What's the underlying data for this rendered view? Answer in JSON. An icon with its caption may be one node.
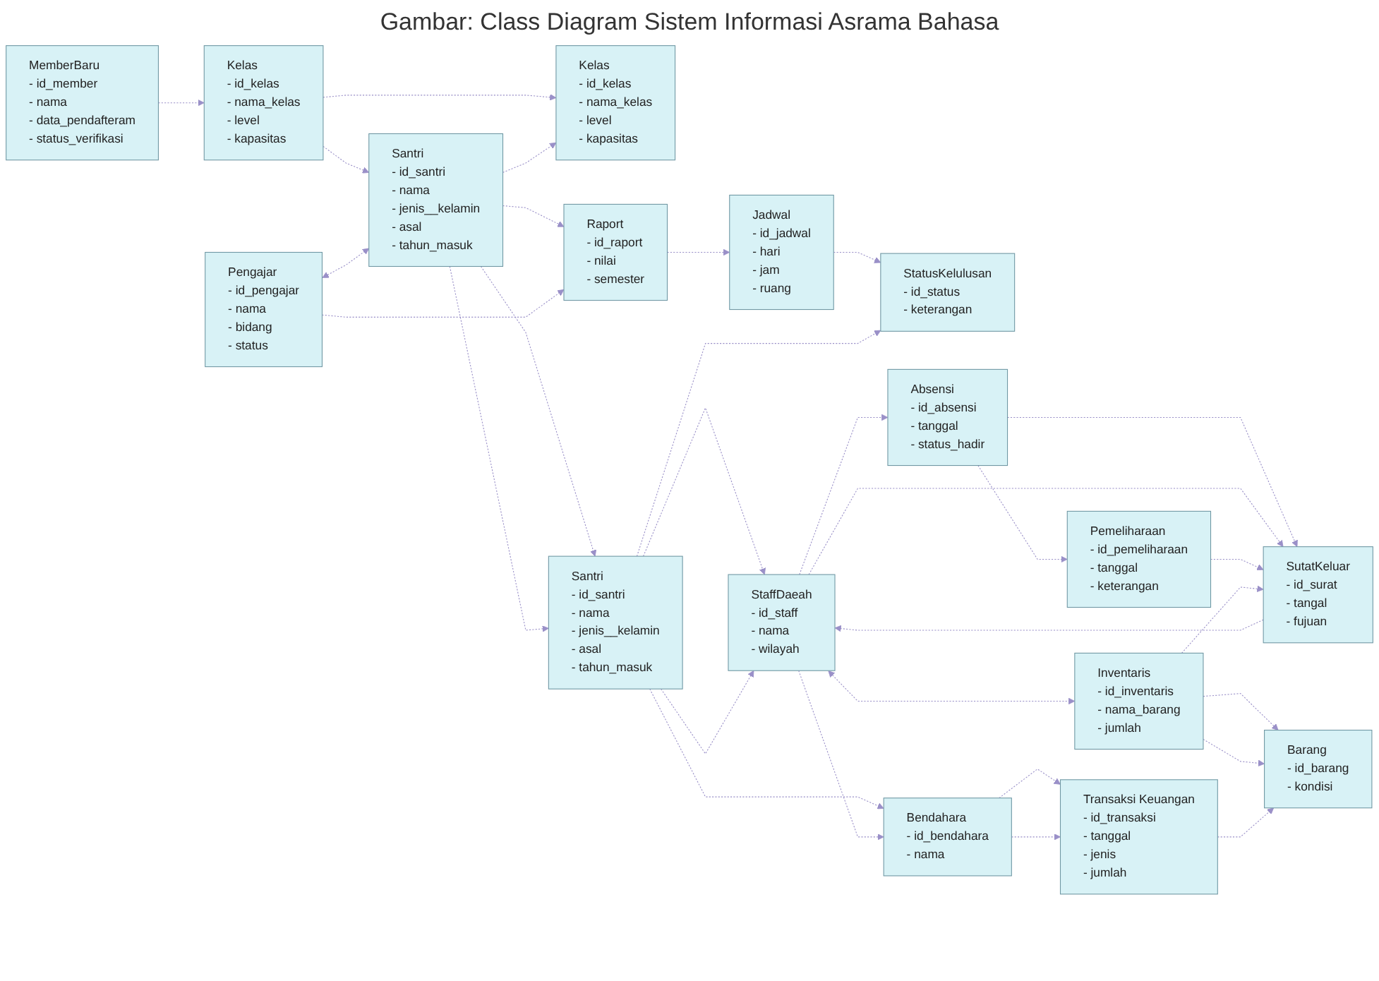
{
  "diagram": {
    "title": "Gambar: Class Diagram Sistem Informasi Asrama Bahasa",
    "nodes": [
      {
        "text": [
          "MemberBaru",
          "- id_member",
          "- nama",
          "- data_pendafteram",
          "- status_verifikasi"
        ]
      },
      {
        "text": [
          "Kelas",
          "- id_kelas",
          "- nama_kelas",
          "- level",
          "- kapasitas"
        ]
      },
      {
        "text": [
          "Kelas",
          "- id_kelas",
          "- nama_kelas",
          "- level",
          "- kapasitas"
        ]
      },
      {
        "text": [
          "Absensi",
          "- id_absensi",
          "- tanggal",
          "- status_hadir"
        ]
      },
      {
        "text": [
          "Pemeliharaan",
          "- id_pemeliharaan",
          "- tanggal",
          "- keterangan"
        ]
      },
      {
        "text": [
          "Santri",
          "- id_santri",
          "- nama",
          "- jenis__kelamin",
          "- asal",
          "- tahun_masuk"
        ]
      },
      {
        "text": [
          "StaffDaeah",
          "- id_staff",
          "- nama",
          "- wilayah"
        ]
      },
      {
        "text": [
          "SutatKeluar",
          "- id_surat",
          "- tangal",
          "- fujuan"
        ]
      },
      {
        "text": [
          "Pengajar",
          "- id_pengajar",
          "- nama",
          "- bidang",
          "- status"
        ]
      },
      {
        "text": [
          "Santri",
          "- id_santri",
          "- nama",
          "- jenis__kelamin",
          "- asal",
          "- tahun_masuk"
        ]
      },
      {
        "text": [
          "Inventaris",
          "- id_inventaris",
          "- nama_barang",
          "- jumlah"
        ]
      },
      {
        "text": [
          "Raport",
          "- id_raport",
          "- nilai",
          "- semester"
        ]
      },
      {
        "text": [
          "Barang",
          "- id_barang",
          "- kondisi"
        ]
      },
      {
        "text": [
          "Jadwal",
          "- id_jadwal",
          "- hari",
          "- jam",
          "- ruang"
        ]
      },
      {
        "text": [
          "StatusKelulusan",
          "- id_status",
          "- keterangan"
        ]
      },
      {
        "text": [
          "Bendahara",
          "- id_bendahara",
          "- nama"
        ]
      },
      {
        "text": [
          "Transaksi Keuangan",
          "- id_transaksi",
          "- tanggal",
          "- jenis",
          "- jumlah"
        ]
      }
    ],
    "edges": [
      {
        "from": 0,
        "to": 1,
        "arrow": "to",
        "style": "dashed"
      },
      {
        "from": 1,
        "to": 2,
        "arrow": "to",
        "style": "dashed"
      },
      {
        "from": 1,
        "to": 5,
        "arrow": "to",
        "style": "dashed"
      },
      {
        "from": 5,
        "to": 2,
        "arrow": "to",
        "style": "dashed"
      },
      {
        "from": 8,
        "to": 5,
        "arrow": "both",
        "style": "dashed"
      },
      {
        "from": 5,
        "to": 9,
        "arrow": "to",
        "style": "dashed"
      },
      {
        "from": 5,
        "to": 11,
        "arrow": "to",
        "style": "dashed"
      },
      {
        "from": 5,
        "to": 9,
        "arrow": "to",
        "style": "dashed"
      },
      {
        "from": 8,
        "to": 11,
        "arrow": "to",
        "style": "dashed"
      },
      {
        "from": 11,
        "to": 13,
        "arrow": "to",
        "style": "dashed"
      },
      {
        "from": 13,
        "to": 14,
        "arrow": "to",
        "style": "dashed"
      },
      {
        "from": 9,
        "to": 14,
        "arrow": "to",
        "style": "dashed"
      },
      {
        "from": 9,
        "to": 6,
        "arrow": "to",
        "style": "dashed"
      },
      {
        "from": 9,
        "to": 6,
        "arrow": "to",
        "style": "dashed"
      },
      {
        "from": 9,
        "to": 15,
        "arrow": "to",
        "style": "dashed"
      },
      {
        "from": 6,
        "to": 3,
        "arrow": "to",
        "style": "dashed"
      },
      {
        "from": 3,
        "to": 4,
        "arrow": "to",
        "style": "dashed"
      },
      {
        "from": 3,
        "to": 7,
        "arrow": "to",
        "style": "dashed"
      },
      {
        "from": 6,
        "to": 7,
        "arrow": "to",
        "style": "dashed"
      },
      {
        "from": 4,
        "to": 7,
        "arrow": "to",
        "style": "dashed"
      },
      {
        "from": 7,
        "to": 6,
        "arrow": "to",
        "style": "dashed"
      },
      {
        "from": 6,
        "to": 10,
        "arrow": "both",
        "style": "dashed"
      },
      {
        "from": 6,
        "to": 15,
        "arrow": "to",
        "style": "dashed"
      },
      {
        "from": 10,
        "to": 7,
        "arrow": "to",
        "style": "dashed"
      },
      {
        "from": 10,
        "to": 12,
        "arrow": "to",
        "style": "dashed"
      },
      {
        "from": 10,
        "to": 12,
        "arrow": "to",
        "style": "dashed"
      },
      {
        "from": 15,
        "to": 16,
        "arrow": "to",
        "style": "dashed"
      },
      {
        "from": 15,
        "to": 16,
        "arrow": "to",
        "style": "dashed"
      },
      {
        "from": 16,
        "to": 12,
        "arrow": "to",
        "style": "dashed"
      }
    ]
  }
}
